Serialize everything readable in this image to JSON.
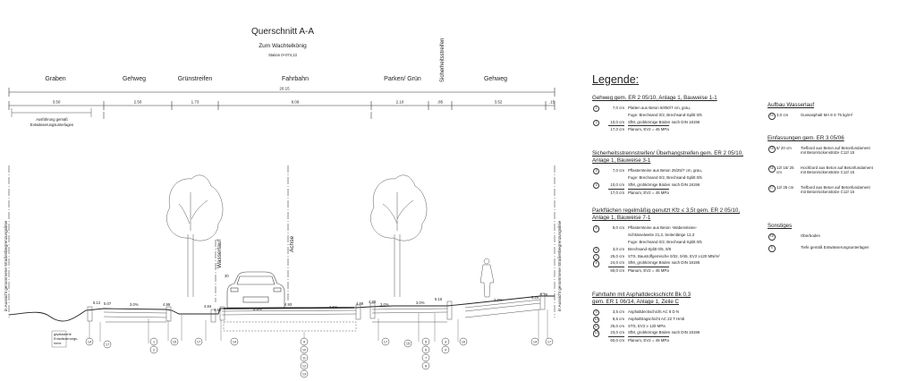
{
  "drawing": {
    "title": "Querschnitt A-A",
    "subtitle": "Zum Wachtelkönig",
    "station": "Station 0+074,13",
    "zones": [
      "Graben",
      "Gehweg",
      "Grünstreifen",
      "Fahrbahn",
      "Parken/ Grün",
      "Gehweg"
    ],
    "vertical_zone": "Sicherheitsstreifen",
    "total_width": "20.15",
    "widths": [
      "3.50",
      "2.50",
      "1.73",
      "8.09",
      "2.10",
      ".85",
      "3.52",
      ".15"
    ],
    "note": [
      "Ausführung gemäß",
      "Entwässerungsunterlagen"
    ],
    "labels": {
      "wasserlauf": "Wasserlauf",
      "achse": "Achse",
      "boundary_left": "in Aussicht genommene Straßenbegrenzungslinie",
      "boundary_right": "in Aussicht genommene Straßenbegrenzungslinie",
      "dim30": "30",
      "ditch_note": [
        "gepflasterte",
        "Entwässerungs-",
        "rinne"
      ]
    },
    "elevations": [
      "5.12",
      "5.07",
      "4.99",
      "4.84",
      "4.92",
      "4.93",
      "4.89",
      "4.88",
      "5.16",
      "5.25",
      "5.26"
    ],
    "slopes": [
      "3.0%",
      "2.5%",
      "2.5%",
      "3.0%",
      "3.0%",
      "3.0%"
    ],
    "callouts": {
      "c14a": "14",
      "c17a": "17",
      "c1": "1",
      "c2": "2",
      "c15a": "15",
      "c17b": "17",
      "c14b": "14",
      "c9": "9",
      "c10": "10",
      "c11": "11",
      "c12": "12",
      "c13": "13",
      "c17c": "17",
      "c15b": "15",
      "c5": "5",
      "c6": "6",
      "c7": "7",
      "c8": "8",
      "c3": "3",
      "c4": "4",
      "c16": "16",
      "c14c": "14",
      "c17d": "17"
    }
  },
  "legend": {
    "title": "Legende:",
    "sections": [
      {
        "heading": [
          "Gehweg gem. ER 2 05/10, Anlage 1, Bauweise 1-1"
        ],
        "rows": [
          {
            "num": "1",
            "thickness": "7,0 cm",
            "desc": "Platten aus Beton 50/50/7 cm, grau,"
          },
          {
            "num": "",
            "thickness": "",
            "desc": "Fuge: Brechsand 0/2, Brechsand-Splitt 0/5"
          },
          {
            "num": "2",
            "thickness": "10,0 cm",
            "desc": "SfM, grobkörnige Böden nach DIN 18196"
          },
          {
            "num": "",
            "thickness": "17,0 cm",
            "desc": "Planum, EV2 = 45 MPa",
            "total": true
          }
        ]
      },
      {
        "heading": [
          "Sicherheitsstrennstreifen/ Überhangstreifen gem. ER 2 05/10,",
          "Anlage 1, Bauweise 3-1"
        ],
        "rows": [
          {
            "num": "3",
            "thickness": "7,0 cm",
            "desc": "Pflastersteine aus Beton 25/25/7 cm, grau,"
          },
          {
            "num": "",
            "thickness": "",
            "desc": "Fuge: Brechsand 0/2, Brechsand-Splitt 0/5"
          },
          {
            "num": "4",
            "thickness": "10,0 cm",
            "desc": "SfM, grobkörnige Böden nach DIN 18196"
          },
          {
            "num": "",
            "thickness": "17,0 cm",
            "desc": "Planum, EV2 = 45 MPa",
            "total": true
          }
        ]
      },
      {
        "heading": [
          "Parkflächen regelmäßig genutzt Kfz ≤ 3,5t gem. ER 2 05/10,",
          "Anlage 1, Bauweise 7-1"
        ],
        "rows": [
          {
            "num": "5",
            "thickness": "8,0 cm",
            "desc": "Pflastersteine aus Beton -Wabensteine-"
          },
          {
            "num": "",
            "thickness": "",
            "desc": "Schlüsselweite 21,3, Seitenlänge 12,3"
          },
          {
            "num": "",
            "thickness": "",
            "desc": "Fuge: Brechsand 0/2, Brechsand-Splitt 0/5"
          },
          {
            "num": "6",
            "thickness": "3,0 cm",
            "desc": "Brechsand-Splitt 0/5, 0/8"
          },
          {
            "num": "7",
            "thickness": "25,0 cm",
            "desc": "STS, Baustoffgemische 0/32, 0/45, EV2 ≥120 MN/m²"
          },
          {
            "num": "8",
            "thickness": "24,0 cm",
            "desc": "SfM, grobkörnige Böden nach DIN 18196"
          },
          {
            "num": "",
            "thickness": "60,0 cm",
            "desc": "Planum, EV2 = 45 MPa",
            "total": true
          }
        ]
      },
      {
        "heading": [
          "Fahrbahn mit Asphaltdeckschicht Bk 0,3",
          "gem. ER 1 06/14, Anlage 1, Zeile C"
        ],
        "rows": [
          {
            "num": "9",
            "thickness": "3,5 cm",
            "desc": "Asphaltdeckschicht AC 8 D N"
          },
          {
            "num": "10",
            "thickness": "8,5 cm",
            "desc": "Asphalttragschicht AC 22 T Hmb"
          },
          {
            "num": "11",
            "thickness": "25,0 cm",
            "desc": "STS, EV2 ≥ 120 MPa"
          },
          {
            "num": "12",
            "thickness": "23,0 cm",
            "desc": "SfM, grobkörnige Böden nach DIN 18196"
          },
          {
            "num": "",
            "thickness": "60,0 cm",
            "desc": "Planum, EV2 = 45 MPa",
            "total": true
          }
        ]
      }
    ],
    "right": [
      {
        "heading": "Aufbau Wasserlauf",
        "rows": [
          {
            "num": "14",
            "thickness": "3,0 cm",
            "desc": "Gussasphalt MA 8 S 75 kg/m²"
          }
        ]
      },
      {
        "heading": "Einfassungen gem. ER 3 05/06",
        "rows": [
          {
            "num": "15",
            "thickness": "8/ 20 cm",
            "desc": "Tiefbord aus Beton auf Betonfundament\nmit Betonrückenstütze C12/ 15"
          },
          {
            "num": "16",
            "thickness": "12/ 15/ 25 cm",
            "desc": "Hochbord aus Beton auf Betonfundament\nmit Betonrückenstütze C12/ 15"
          },
          {
            "num": "17",
            "thickness": "12/ 25 cm",
            "desc": "Tiefbord aus Beton auf Betonfundament\nmit Betonrückenstütze C12/ 15"
          }
        ]
      },
      {
        "heading": "Sonstiges",
        "rows": [
          {
            "num": "18",
            "thickness": "",
            "desc": "Oberboden"
          },
          {
            "num": "S",
            "thickness": "",
            "desc": "Tiefe gemäß Entwässerungsunterlagen"
          }
        ]
      }
    ]
  }
}
